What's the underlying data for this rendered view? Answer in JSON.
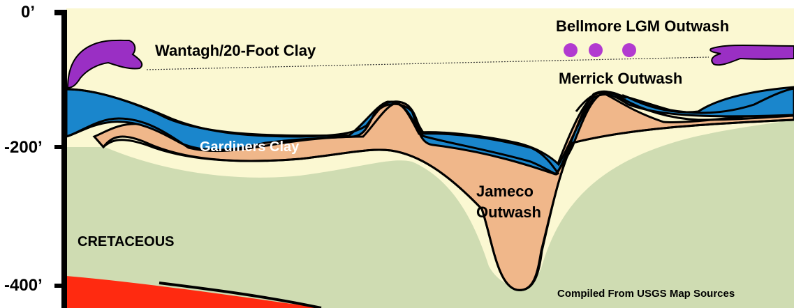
{
  "depth_labels": {
    "top": "0’",
    "mid": "-200’",
    "low": "-400’"
  },
  "units": {
    "wantagh": "Wantagh/20-Foot Clay",
    "bellmore": "Bellmore LGM Outwash",
    "merrick": "Merrick Outwash",
    "gardiners": "Gardiners Clay",
    "jameco_line1": "Jameco",
    "jameco_line2": "Outwash",
    "cretaceous": "CRETACEOUS"
  },
  "source_note": "Compiled From USGS Map Sources",
  "colors": {
    "upper_glacial": "#fbf8d2",
    "wantagh_clay": "#9a2fc4",
    "gardiners_clay": "#1a86cc",
    "jameco_outwash": "#f0b78a",
    "cretaceous": "#cfdcb2",
    "basement": "#ff2a10",
    "outline": "#000000"
  }
}
